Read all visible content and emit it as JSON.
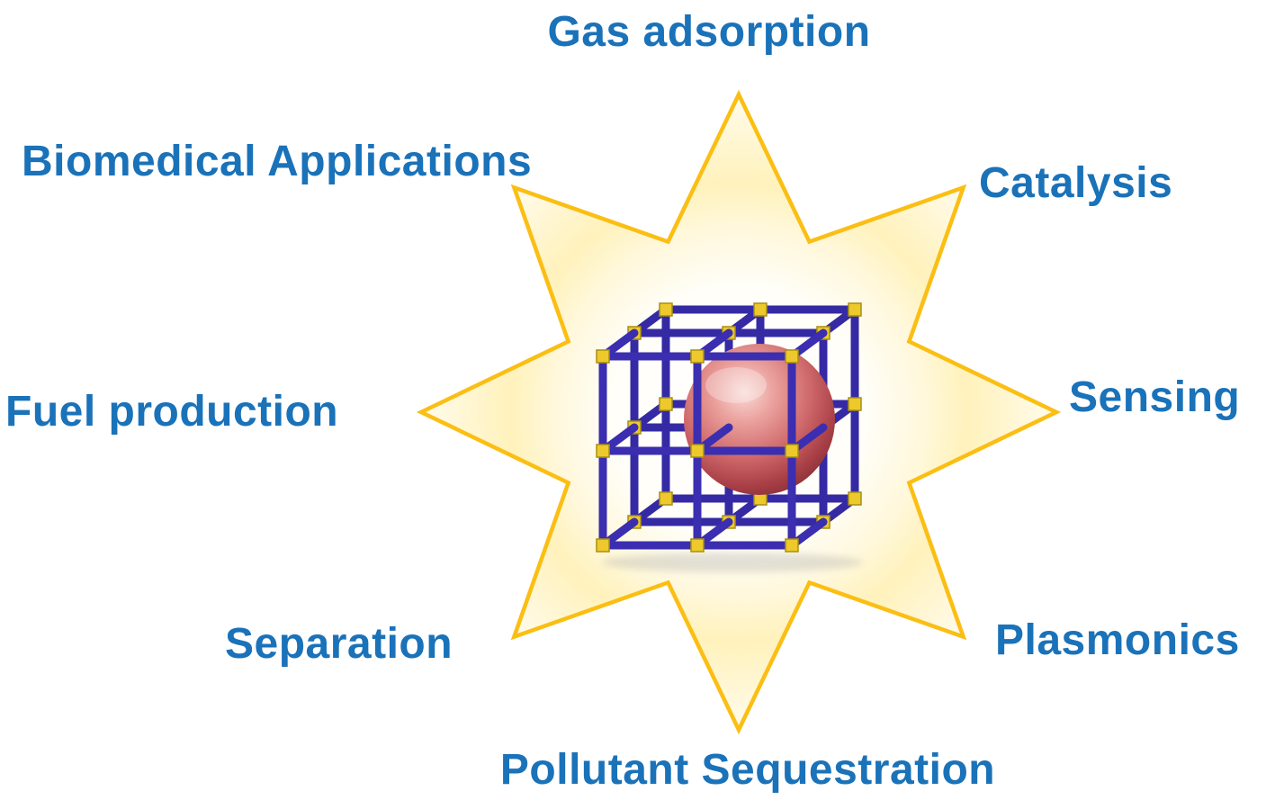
{
  "figure": {
    "labels": [
      {
        "text": "Gas adsorption",
        "position": "top"
      },
      {
        "text": "Biomedical Applications",
        "position": "upper-left"
      },
      {
        "text": "Catalysis",
        "position": "upper-right"
      },
      {
        "text": "Fuel production",
        "position": "left"
      },
      {
        "text": "Sensing",
        "position": "right"
      },
      {
        "text": "Separation",
        "position": "lower-left"
      },
      {
        "text": "Plasmonics",
        "position": "lower-right"
      },
      {
        "text": "Pollutant Sequestration",
        "position": "bottom"
      }
    ],
    "star_points": 8,
    "colors": {
      "label_blue": "#1A72B9",
      "star_gold": "#FBBE13",
      "glow_yellow": "#FFF2BC",
      "framework_blue": "#3B2EB0",
      "node_gold": "#EDC92C",
      "sphere_red": "#C65B5B"
    }
  }
}
